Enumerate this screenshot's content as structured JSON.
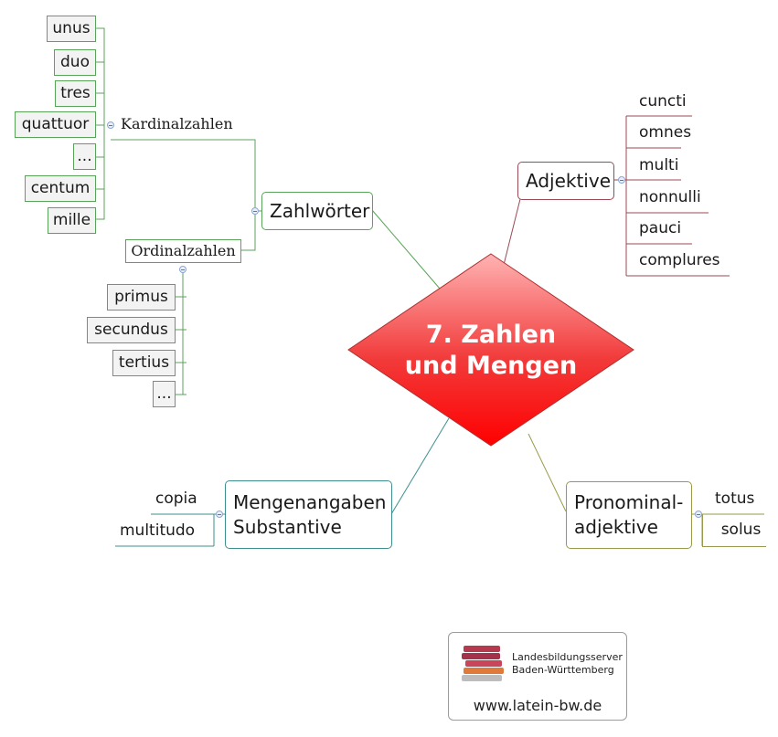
{
  "center": {
    "line1": "7. Zahlen",
    "line2": "und Mengen"
  },
  "zahlwoerter": {
    "label": "Zahlwörter",
    "kardinal": {
      "label": "Kardinalzahlen",
      "items": [
        "unus",
        "duo",
        "tres",
        "quattuor",
        "...",
        "centum",
        "mille"
      ]
    },
    "ordinal": {
      "label": "Ordinalzahlen",
      "items": [
        "primus",
        "secundus",
        "tertius",
        "..."
      ]
    }
  },
  "adjektive": {
    "label": "Adjektive",
    "items": [
      "cuncti",
      "omnes",
      "multi",
      "nonnulli",
      "pauci",
      "complures"
    ]
  },
  "mengenangaben": {
    "line1": "Mengenangaben",
    "line2": "Substantive",
    "items": [
      "copia",
      "multitudo"
    ]
  },
  "pronominal": {
    "line1": "Pronominal-",
    "line2": "adjektive",
    "items": [
      "totus",
      "solus"
    ]
  },
  "logo": {
    "line1": "Landesbildungsserver",
    "line2": "Baden-Württemberg",
    "url": "www.latein-bw.de"
  },
  "colors": {
    "green": "#5aa35a",
    "maroon": "#9b4a55",
    "teal": "#3d8f8f",
    "olive": "#9a9a4a",
    "diamond_top": "#ffb0b0",
    "diamond_bottom": "#ff0000"
  }
}
